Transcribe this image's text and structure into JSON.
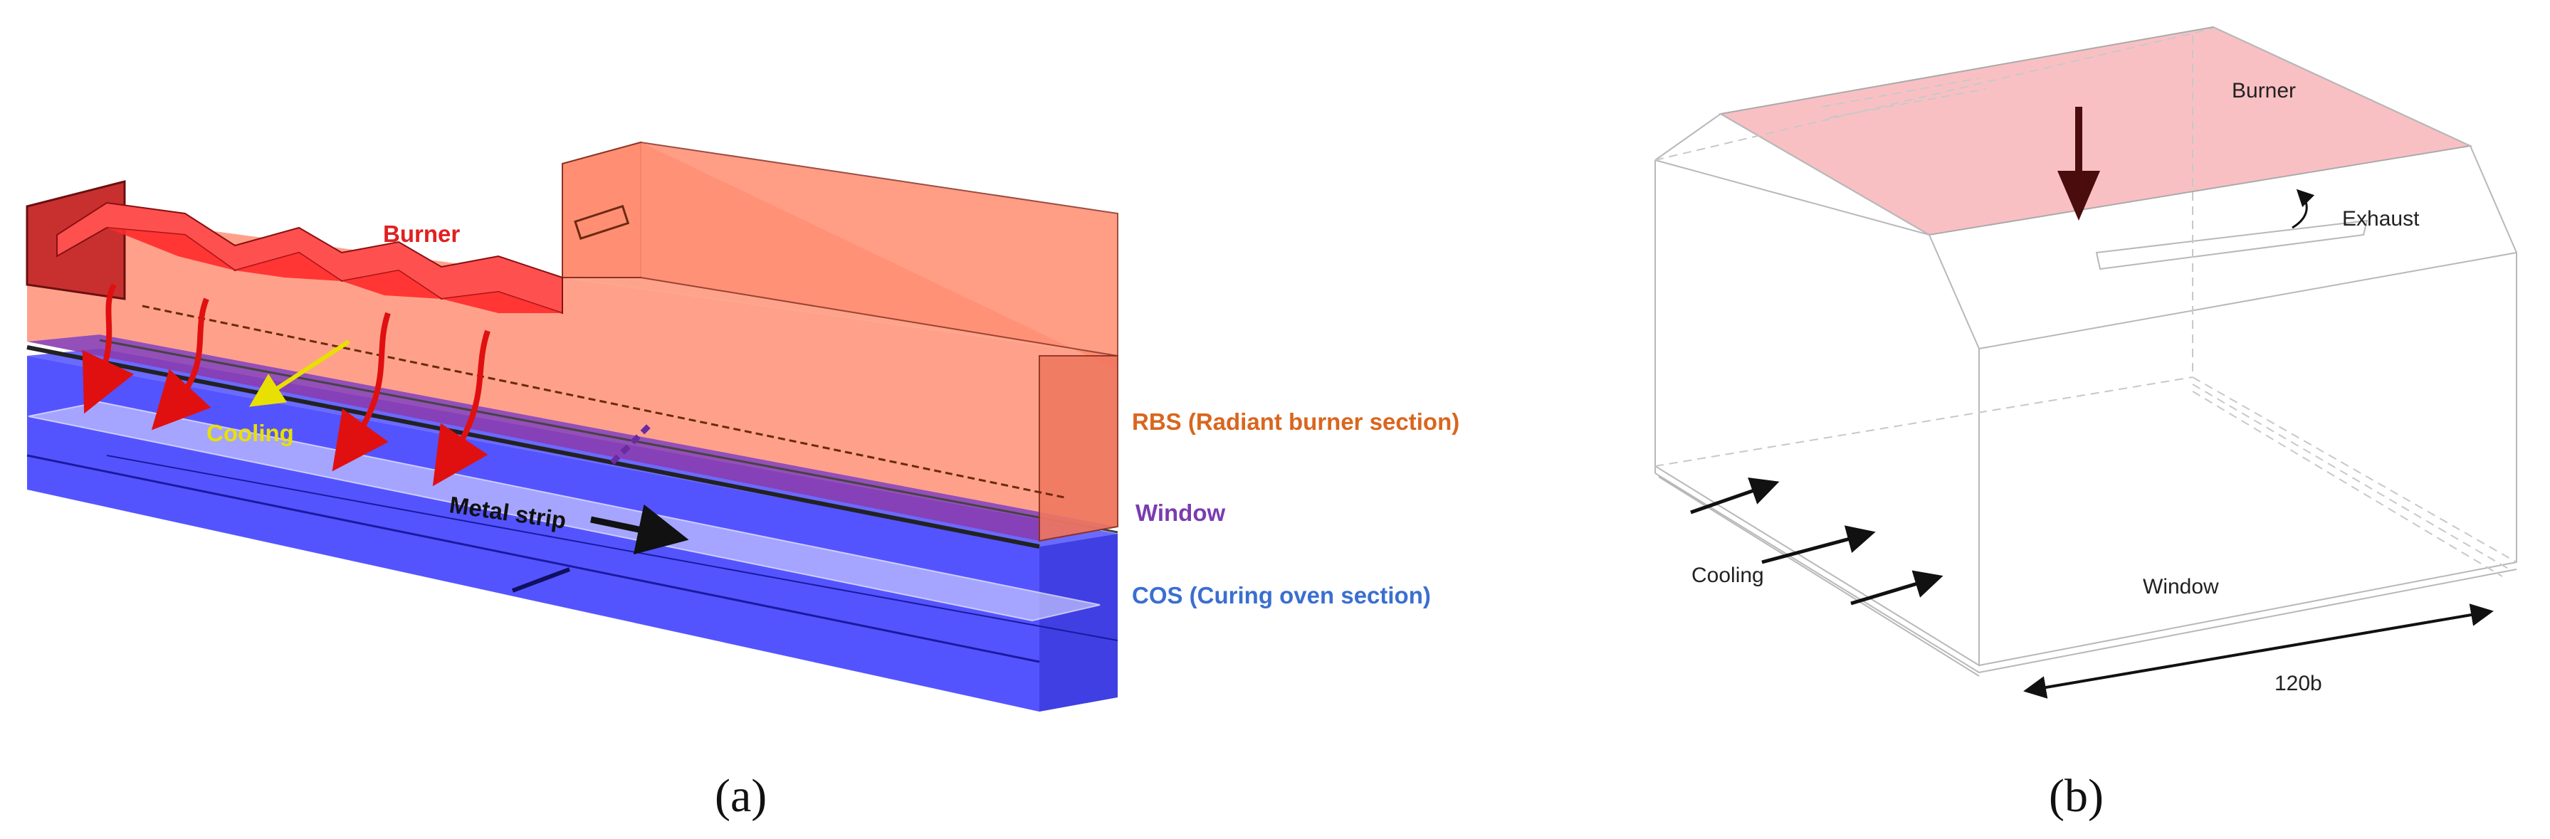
{
  "panel_a": {
    "caption": "(a)",
    "burner_label": "Burner",
    "cooling_label": "Cooling",
    "metal_strip_label": "Metal strip",
    "rbs_label": "RBS (Radiant burner section)",
    "window_label": "Window",
    "cos_label": "COS (Curing oven section)",
    "colors": {
      "burner": "#ff2222",
      "rbs": "#ff8c70",
      "rbs_label": "#d9661e",
      "window": "#7a3cb0",
      "cos": "#3c3cff",
      "cos_label": "#3a6fd0",
      "cooling": "#e8e000"
    }
  },
  "panel_b": {
    "caption": "(b)",
    "burner_label": "Burner",
    "exhaust_label": "Exhaust",
    "cooling_label": "Cooling",
    "window_label": "Window",
    "dimension_label": "120b",
    "colors": {
      "burner_face": "#f9c0c4",
      "burner_arrow": "#4a0c0c"
    }
  }
}
